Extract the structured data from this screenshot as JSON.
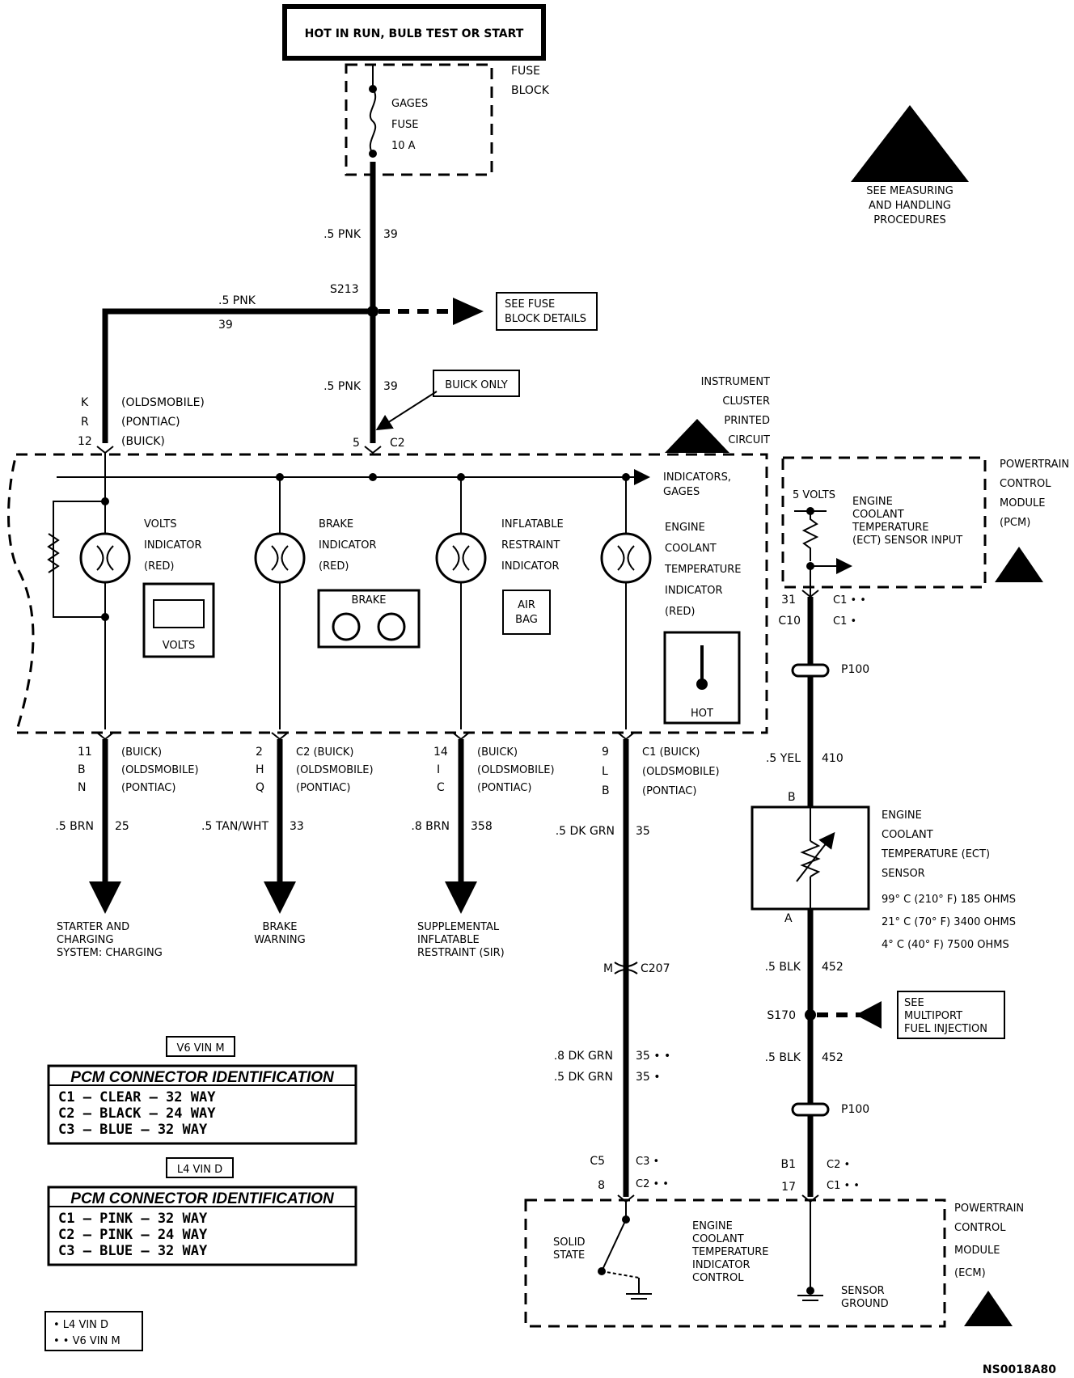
{
  "power": {
    "title": "HOT IN RUN, BULB TEST OR START"
  },
  "fuse_block": {
    "label1": "FUSE",
    "label2": "BLOCK",
    "fuse_name1": "GAGES",
    "fuse_name2": "FUSE",
    "rating": "10 A"
  },
  "esd_note": {
    "line1": "SEE MEASURING",
    "line2": "AND HANDLING",
    "line3": "PROCEDURES"
  },
  "feed_wire": {
    "gauge": ".5 PNK",
    "circuit": "39"
  },
  "splice_s213": {
    "name": "S213",
    "left_gauge": ".5 PNK",
    "left_circuit": "39",
    "ref_line1": "SEE FUSE",
    "ref_line2": "BLOCK DETAILS"
  },
  "lower_feed": {
    "gauge": ".5 PNK",
    "circuit": "39",
    "note": "BUICK ONLY",
    "pin": "5",
    "conn": "C2"
  },
  "left_feed_pins": {
    "pin1": "K",
    "brand1": "(OLDSMOBILE)",
    "pin2": "R",
    "brand2": "(PONTIAC)",
    "pin3": "12",
    "brand3": "(BUICK)"
  },
  "cluster": {
    "line1": "INSTRUMENT",
    "line2": "CLUSTER",
    "line3": "PRINTED",
    "line4": "CIRCUIT",
    "bus_label1": "INDICATORS,",
    "bus_label2": "GAGES"
  },
  "indicators": {
    "volts": {
      "l1": "VOLTS",
      "l2": "INDICATOR",
      "l3": "(RED)",
      "icon": "VOLTS"
    },
    "brake": {
      "l1": "BRAKE",
      "l2": "INDICATOR",
      "l3": "(RED)",
      "icon": "BRAKE"
    },
    "airbag": {
      "l1": "INFLATABLE",
      "l2": "RESTRAINT",
      "l3": "INDICATOR",
      "icon1": "AIR",
      "icon2": "BAG"
    },
    "coolant": {
      "l1": "ENGINE",
      "l2": "COOLANT",
      "l3": "TEMPERATURE",
      "l4": "INDICATOR",
      "l5": "(RED)",
      "icon": "HOT"
    }
  },
  "outputs": {
    "o1": {
      "p1": "11",
      "b1": "(BUICK)",
      "p2": "B",
      "b2": "(OLDSMOBILE)",
      "p3": "N",
      "b3": "(PONTIAC)",
      "gauge": ".5 BRN",
      "circuit": "25",
      "dest1": "STARTER AND",
      "dest2": "CHARGING",
      "dest3": "SYSTEM: CHARGING"
    },
    "o2": {
      "p1": "2",
      "b1": "C2 (BUICK)",
      "p2": "H",
      "b2": "(OLDSMOBILE)",
      "p3": "Q",
      "b3": "(PONTIAC)",
      "gauge": ".5 TAN/WHT",
      "circuit": "33",
      "dest1": "BRAKE",
      "dest2": "WARNING"
    },
    "o3": {
      "p1": "14",
      "b1": "(BUICK)",
      "p2": "I",
      "b2": "(OLDSMOBILE)",
      "p3": "C",
      "b3": "(PONTIAC)",
      "gauge": ".8 BRN",
      "circuit": "358",
      "dest1": "SUPPLEMENTAL",
      "dest2": "INFLATABLE",
      "dest3": "RESTRAINT (SIR)"
    },
    "o4": {
      "p1": "9",
      "b1": "C1 (BUICK)",
      "p2": "L",
      "b2": "(OLDSMOBILE)",
      "p3": "B",
      "b3": "(PONTIAC)",
      "gauge": ".5 DK GRN",
      "circuit": "35"
    }
  },
  "c207": {
    "pin": "M",
    "name": "C207"
  },
  "dkgrn": {
    "g1": ".8 DK GRN",
    "c1": "35 • •",
    "g2": ".5 DK GRN",
    "c2": "35 •"
  },
  "pcm": {
    "l1": "POWERTRAIN",
    "l2": "CONTROL",
    "l3": "MODULE",
    "l4": "(PCM)",
    "volts": "5 VOLTS",
    "input1": "ENGINE",
    "input2": "COOLANT",
    "input3": "TEMPERATURE",
    "input4": "(ECT) SENSOR INPUT",
    "pin_a": "31",
    "conn_a": "C1 • •",
    "pin_b": "C10",
    "conn_b": "C1 •"
  },
  "p100": "P100",
  "yel": {
    "gauge": ".5 YEL",
    "circuit": "410"
  },
  "ect": {
    "pin_top": "B",
    "pin_bot": "A",
    "l1": "ENGINE",
    "l2": "COOLANT",
    "l3": "TEMPERATURE (ECT)",
    "l4": "SENSOR",
    "r1": "99° C (210° F) 185 OHMS",
    "r2": "21° C (70° F) 3400 OHMS",
    "r3": "4° C (40° F) 7500 OHMS"
  },
  "blk1": {
    "gauge": ".5 BLK",
    "circuit": "452"
  },
  "s170": {
    "name": "S170",
    "ref1": "SEE",
    "ref2": "MULTIPORT",
    "ref3": "FUEL INJECTION"
  },
  "blk2": {
    "gauge": ".5 BLK",
    "circuit": "452"
  },
  "ecm_pins": {
    "left_a": "C5",
    "left_ca": "C3 •",
    "left_b": "8",
    "left_cb": "C2 • •",
    "right_a": "B1",
    "right_ca": "C2 •",
    "right_b": "17",
    "right_cb": "C1 • •"
  },
  "ecm": {
    "l1": "POWERTRAIN",
    "l2": "CONTROL",
    "l3": "MODULE",
    "l4": "(ECM)",
    "ss1": "SOLID",
    "ss2": "STATE",
    "ctl1": "ENGINE",
    "ctl2": "COOLANT",
    "ctl3": "TEMPERATURE",
    "ctl4": "INDICATOR",
    "ctl5": "CONTROL",
    "sg1": "SENSOR",
    "sg2": "GROUND"
  },
  "table1": {
    "tag": "V6 VIN M",
    "title": "PCM CONNECTOR IDENTIFICATION",
    "r1": "C1 – CLEAR  – 32 WAY",
    "r2": "C2 – BLACK  – 24 WAY",
    "r3": "C3 – BLUE   – 32 WAY"
  },
  "table2": {
    "tag": "L4 VIN D",
    "title": "PCM CONNECTOR IDENTIFICATION",
    "r1": "C1 – PINK   – 32 WAY",
    "r2": "C2 – PINK   – 24 WAY",
    "r3": "C3 – BLUE   – 32 WAY"
  },
  "legend": {
    "l1": "•  L4 VIN D",
    "l2": "• •  V6 VIN M"
  },
  "doc_id": "NS0018A80"
}
